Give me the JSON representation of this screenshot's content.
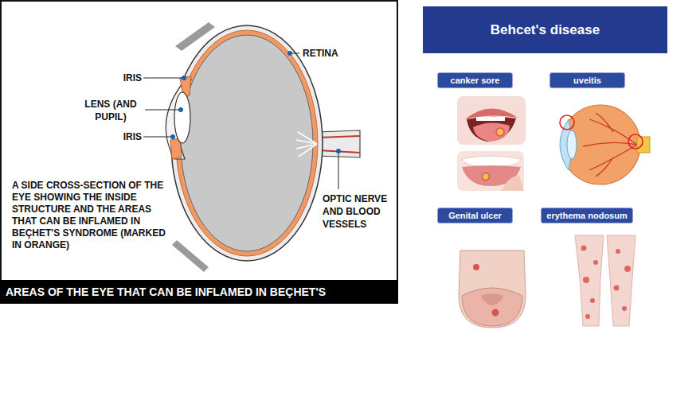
{
  "diagram": {
    "nodes": [
      {
        "text": [
          "Behcet's disease"
        ]
      },
      {
        "text": [
          "canker sore"
        ]
      },
      {
        "text": [
          "uveitis"
        ]
      },
      {
        "text": [
          "Genital ulcer"
        ]
      },
      {
        "text": [
          "erythema nodosum"
        ]
      },
      {
        "text": [
          "AREAS OF THE EYE THAT CAN BE INFLAMED IN BEÇHET'S"
        ]
      }
    ],
    "labels": [
      "IRIS",
      "LENS (AND PUPIL)",
      "IRIS",
      "RETINA",
      "OPTIC NERVE AND BLOOD VESSELS",
      "A SIDE CROSS-SECTION OF THE EYE SHOWING THE INSIDE STRUCTURE AND THE AREAS THAT CAN BE INFLAMED IN BEÇHET'S SYNDROME (MARKED IN ORANGE)"
    ]
  }
}
